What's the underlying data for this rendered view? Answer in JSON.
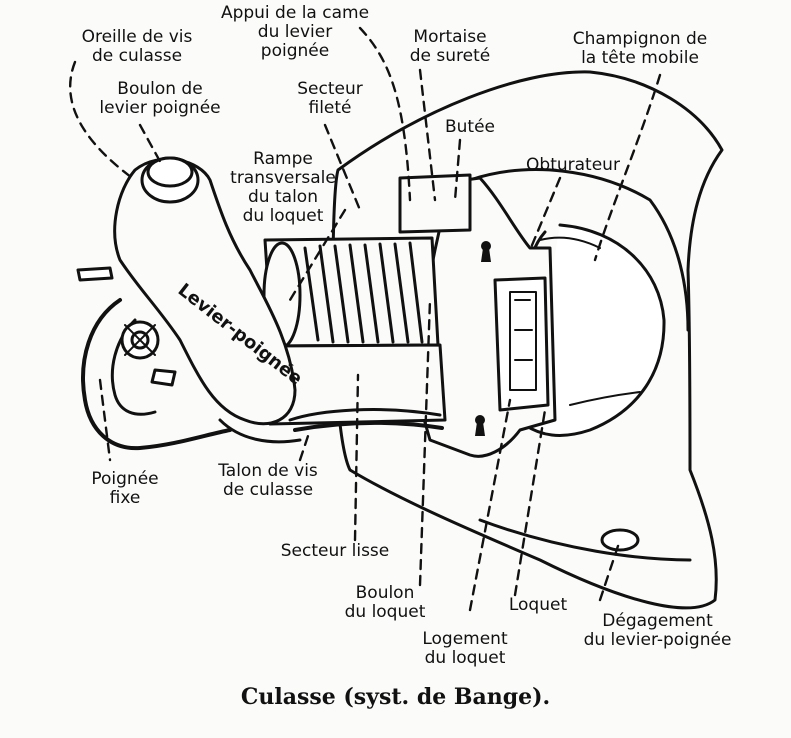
{
  "diagram": {
    "caption": "Culasse (syst. de Bange).",
    "labels": {
      "oreille_line1": "Oreille de vis",
      "oreille_line2": "de culasse",
      "boulon_levier_line1": "Boulon de",
      "boulon_levier_line2": "levier poignée",
      "appui_line1": "Appui de la came",
      "appui_line2": "du levier",
      "appui_line3": "poignée",
      "secteur_filete_line1": "Secteur",
      "secteur_filete_line2": "fileté",
      "mortaise_line1": "Mortaise",
      "mortaise_line2": "de sureté",
      "champignon_line1": "Champignon de",
      "champignon_line2": "la tête mobile",
      "butee": "Butée",
      "obturateur": "Obturateur",
      "rampe_line1": "Rampe",
      "rampe_line2": "transversale",
      "rampe_line3": "du talon",
      "rampe_line4": "du loquet",
      "levier_poignee": "Levier-poignée",
      "poignee_line1": "Poignée",
      "poignee_line2": "fixe",
      "talon_line1": "Talon de vis",
      "talon_line2": "de culasse",
      "secteur_lisse": "Secteur lisse",
      "boulon_loquet_line1": "Boulon",
      "boulon_loquet_line2": "du loquet",
      "loquet": "Loquet",
      "logement_line1": "Logement",
      "logement_line2": "du loquet",
      "degagement_line1": "Dégagement",
      "degagement_line2": "du levier-poignée"
    }
  }
}
